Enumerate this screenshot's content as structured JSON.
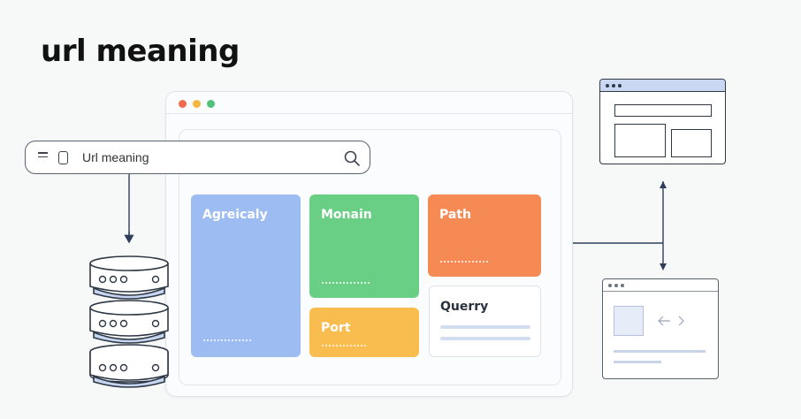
{
  "title": "url meaning",
  "search": {
    "query": "Url meaning"
  },
  "tiles": {
    "agreicaly": "Agreicaly",
    "monain": "Monain",
    "path": "Path",
    "port": "Port",
    "querry": "Querry"
  },
  "colors": {
    "agreicaly": "#9cbcf2",
    "monain": "#69cf85",
    "path": "#f58a55",
    "port": "#f8bd4e",
    "connector": "#2f3d5a"
  },
  "icons": {
    "database": "server-stack-icon",
    "layout_window": "browser-layout-icon",
    "code_window": "code-window-icon"
  }
}
